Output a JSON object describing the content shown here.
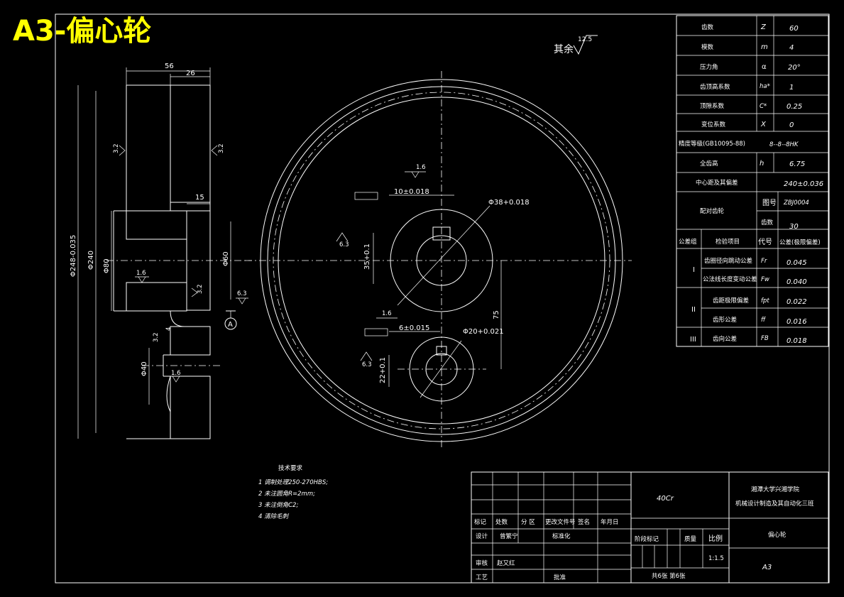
{
  "title_banner": "A3-偏心轮",
  "surface_finish_note": {
    "label": "其余",
    "value": "12.5"
  },
  "gear_params": [
    {
      "name": "齿数",
      "symbol": "Z",
      "value": "60"
    },
    {
      "name": "模数",
      "symbol": "m",
      "value": "4"
    },
    {
      "name": "压力角",
      "symbol": "α",
      "value": "20°"
    },
    {
      "name": "齿顶高系数",
      "symbol": "ha*",
      "value": "1"
    },
    {
      "name": "顶隙系数",
      "symbol": "C*",
      "value": "0.25"
    },
    {
      "name": "变位系数",
      "symbol": "X",
      "value": "0"
    }
  ],
  "accuracy": {
    "name": "精度等级(GB10095-88)",
    "value": "8--8--8HK"
  },
  "full_depth": {
    "name": "全齿高",
    "symbol": "h",
    "value": "6.75"
  },
  "center_distance": {
    "name": "中心距及其偏差",
    "value": "240±0.036"
  },
  "mating_gear": {
    "name": "配对齿轮",
    "drawing_no_label": "图号",
    "drawing_no": "ZBJ0004",
    "teeth_label": "齿数",
    "teeth": "30"
  },
  "tolerance_header": {
    "group": "公差组",
    "item": "检验项目",
    "code": "代号",
    "tol": "公差(极限偏差)"
  },
  "tolerance_rows": [
    {
      "group": "I",
      "item": "齿圈径向跳动公差",
      "code": "Fr",
      "tol": "0.045"
    },
    {
      "group": "",
      "item": "公法线长度变动公差",
      "code": "Fw",
      "tol": "0.040"
    },
    {
      "group": "II",
      "item": "齿距极限偏差",
      "code": "fpt",
      "tol": "0.022"
    },
    {
      "group": "",
      "item": "齿形公差",
      "code": "ff",
      "tol": "0.016"
    },
    {
      "group": "III",
      "item": "齿向公差",
      "code": "FB",
      "tol": "0.018"
    }
  ],
  "tech_req": {
    "title": "技术要求",
    "items": [
      "1 调制处理250-270HBS;",
      "2 未注圆角R=2mm;",
      "3 未注倒角C2;",
      "4 清除毛刺"
    ]
  },
  "section_dims": {
    "d56": "56",
    "d26": "26",
    "d15": "15",
    "d_outer": "Φ248-0.035",
    "d240": "Φ240",
    "d_hub": "Φ80",
    "d_bore": "Φ60",
    "d40": "Φ40",
    "r32a": "3.2",
    "r32b": "3.2",
    "r16a": "1.6",
    "r32c": "3.2",
    "r63": "6.3",
    "r16b": "1.6",
    "r32d": "3.2",
    "datum": "A",
    "d4": "4"
  },
  "front_dims": {
    "key1": "10±0.018",
    "bore1": "Φ38+0.018",
    "key1_depth": "35+0.1",
    "r16": "1.6",
    "r63a": "6.3",
    "key2": "6±0.015",
    "bore2": "Φ20+0.021",
    "key2_depth": "22+0.1",
    "r63b": "6.3",
    "r16b": "1.6",
    "ecc": "75"
  },
  "title_block": {
    "material": "40Cr",
    "school_line1": "湘潭大学兴湘学院",
    "school_line2": "机械设计制造及其自动化三班",
    "part_name": "偏心轮",
    "sheet_size": "A3",
    "col_mark": "标记",
    "col_count": "处数",
    "col_zone": "分 区",
    "col_doc": "更改文件号",
    "col_sign": "签名",
    "col_date": "年月日",
    "design_label": "设计",
    "designer": "曾繁宁",
    "std_label": "标准化",
    "stage_label": "阶段标记",
    "weight_label": "质量",
    "scale_label": "比例",
    "scale": "1:1.5",
    "review_label": "审核",
    "reviewer": "赵又红",
    "process_label": "工艺",
    "approve_label": "批准",
    "sheets": "共6张 第6张"
  }
}
